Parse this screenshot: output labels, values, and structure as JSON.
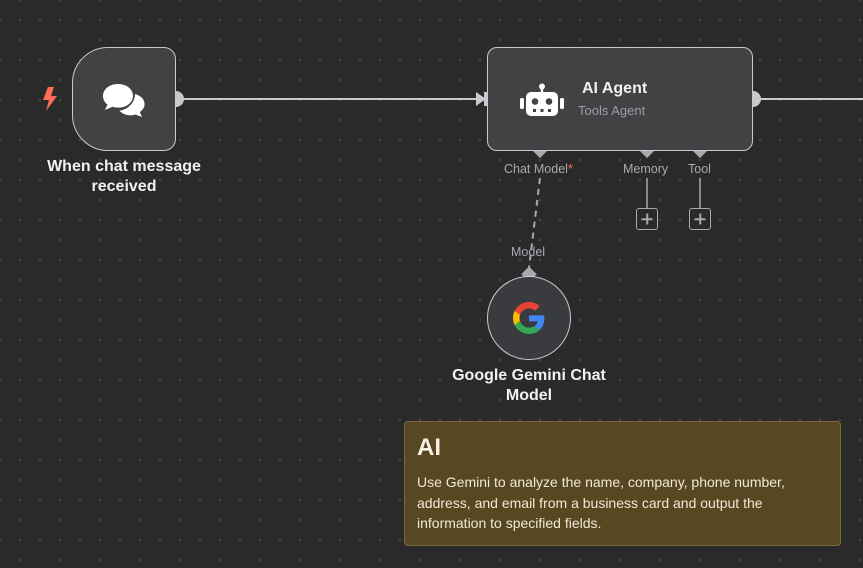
{
  "canvas": {
    "trigger_node": {
      "label": "When chat message\nreceived",
      "icon": "chat-bubbles-icon"
    },
    "agent_node": {
      "title": "AI Agent",
      "subtitle": "Tools Agent",
      "icon": "robot-icon",
      "ports": {
        "chat_model": "Chat Model",
        "required_mark": "*",
        "memory": "Memory",
        "tool": "Tool"
      }
    },
    "model_node": {
      "label": "Google Gemini Chat\nModel",
      "port_label": "Model",
      "icon": "google-g-icon"
    },
    "sticky_note": {
      "title": "AI",
      "body": "Use Gemini to analyze the name, company, phone number, address, and email from a business card and output the information to specified fields."
    }
  },
  "colors": {
    "canvas_bg": "#2a2a2a",
    "node_bg": "#414244",
    "node_border": "#c9cace",
    "trigger_bolt": "#ff6d5a",
    "sticky_bg": "#574822"
  }
}
